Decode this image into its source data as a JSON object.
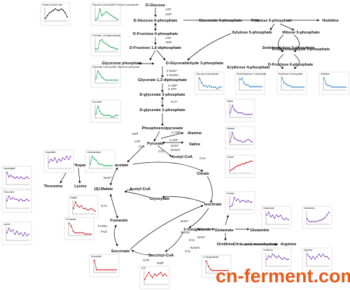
{
  "watermark": {
    "text": "cn-ferment.com"
  },
  "colors": {
    "black": "#111111",
    "green": "#1aaa55",
    "blue": "#1f7fcf",
    "purple": "#8a3fb8",
    "red": "#cc1a1a"
  },
  "nodes": [
    "D-Glucose",
    "D-Glucose 6-phosphate",
    "Gluconate 6-phosphate",
    "Ribulose 5-phosphate",
    "Histidine",
    "D-Fructose 6-phosphate",
    "Xylulose 5-phosphate",
    "Ribose 5-phosphate",
    "D-Fructose 1,6-diphosphate",
    "Sedoheptulose 7-phosphate",
    "D-Glyceraldehyde 3-phosphate",
    "Glycerone phosphate",
    "D-Glyceraldehyde 3-phosphate",
    "Erythrose 4-phosphate",
    "D-Fructose 6-phosphate",
    "Glycerate 1,3-diphosphate",
    "D-glycerate 3-phosphate",
    "D-glycerate 2-phosphate",
    "Phosphoenolpyruvate",
    "Alanine",
    "Pyruvate",
    "Valine",
    "Acetyl-CoA",
    "Oxaloacetate",
    "Aspartate",
    "Asparagine",
    "Citrate",
    "Threonine",
    "Lysine",
    "(S)-Malate",
    "Acetyl-CoA",
    "Glyoxylate",
    "Isocitrate",
    "Fumarate",
    "2-Oxoglutarate",
    "Glutamate",
    "Glutamine",
    "Proline",
    "Ornithine",
    "Citric acid monohydrate",
    "Arginine",
    "Succinate",
    "Succinyl-CoA"
  ],
  "cofactors": [
    "ATP",
    "ADP",
    "ATP",
    "ADP",
    "2 NAD⁺",
    "2 NADH",
    "2 ADP",
    "2 ATP",
    "H₂O",
    "ADP",
    "2 ADP",
    "ATP",
    "2 ATP",
    "CO₂",
    "NAD⁺",
    "NADH",
    "CO₂",
    "CoA",
    "NADH",
    "NAD⁺",
    "H₂O",
    "FADH₂",
    "FAD",
    "NAD⁺",
    "NADH",
    "CO₂",
    "NAD⁺",
    "NADH",
    "CO₂",
    "GTP",
    "GDP"
  ],
  "chart_data": [
    {
      "type": "line",
      "title": "Citrate product rate",
      "color": "black",
      "values": [
        2,
        4,
        6,
        7,
        8,
        9,
        8,
        8,
        9,
        8,
        6,
        3
      ]
    },
    {
      "type": "line",
      "title": "Glucose 6-phosphate Fructose 6-phosphate",
      "color": "green",
      "values": [
        1,
        2,
        9,
        4,
        5,
        7,
        6,
        5,
        4,
        3,
        2,
        1
      ]
    },
    {
      "type": "line",
      "title": "Fructose 1,6-bisphosphate",
      "color": "green",
      "values": [
        2,
        2,
        8,
        9,
        7,
        6,
        5,
        4,
        3,
        3,
        2,
        2
      ]
    },
    {
      "type": "line",
      "title": "Glycerate 3-phosphate Glycerone phosphate",
      "color": "green",
      "values": [
        3,
        8,
        6,
        4,
        3,
        2,
        2,
        2,
        2,
        2,
        2,
        2
      ]
    },
    {
      "type": "line",
      "title": "Pyruvate",
      "color": "green",
      "values": [
        3,
        9,
        5,
        3,
        2,
        2,
        2,
        2,
        1,
        1,
        2,
        2
      ]
    },
    {
      "type": "line",
      "title": "Glucose-6-phosphate",
      "color": "blue",
      "values": [
        8,
        5,
        3,
        3,
        2,
        3,
        2,
        2,
        2,
        1,
        2,
        2
      ]
    },
    {
      "type": "line",
      "title": "Sedoheptulose 7-phosphate",
      "color": "blue",
      "values": [
        6,
        7,
        4,
        3,
        3,
        2,
        2,
        2,
        2,
        2,
        2,
        2
      ]
    },
    {
      "type": "line",
      "title": "Erythrose 4-phosphate",
      "color": "blue",
      "values": [
        8,
        5,
        4,
        3,
        3,
        2,
        2,
        2,
        2,
        2,
        2,
        2
      ]
    },
    {
      "type": "line",
      "title": "Histidine",
      "color": "blue",
      "values": [
        8,
        4,
        3,
        3,
        2,
        2,
        2,
        2,
        2,
        2,
        2,
        2
      ]
    },
    {
      "type": "line",
      "title": "Valine",
      "color": "purple",
      "values": [
        3,
        8,
        5,
        4,
        3,
        3,
        3,
        2,
        2,
        2,
        2,
        2
      ]
    },
    {
      "type": "line",
      "title": "Alanine",
      "color": "purple",
      "values": [
        2,
        9,
        5,
        4,
        3,
        3,
        2,
        2,
        3,
        4,
        3,
        2
      ]
    },
    {
      "type": "line",
      "title": "Citrate",
      "color": "red",
      "values": [
        2,
        3,
        4,
        5,
        6,
        6,
        7,
        7,
        8,
        8,
        9,
        9
      ]
    },
    {
      "type": "line",
      "title": "Aspartate",
      "color": "purple",
      "values": [
        4,
        6,
        5,
        7,
        4,
        6,
        5,
        7,
        6,
        8,
        6,
        8
      ]
    },
    {
      "type": "line",
      "title": "Oxaloacetate",
      "color": "green",
      "values": [
        3,
        9,
        7,
        6,
        4,
        3,
        3,
        2,
        2,
        2,
        2,
        2
      ]
    },
    {
      "type": "line",
      "title": "Asparagine",
      "color": "purple",
      "values": [
        8,
        5,
        6,
        5,
        4,
        5,
        4,
        5,
        4,
        4,
        5,
        4
      ]
    },
    {
      "type": "line",
      "title": "Malate",
      "color": "red",
      "values": [
        4,
        9,
        6,
        5,
        6,
        4,
        4,
        3,
        3,
        4,
        3,
        2
      ]
    },
    {
      "type": "line",
      "title": "Threonine",
      "color": "purple",
      "values": [
        5,
        8,
        6,
        7,
        6,
        6,
        5,
        6,
        5,
        5,
        6,
        5
      ]
    },
    {
      "type": "line",
      "title": "Lysine",
      "color": "purple",
      "values": [
        5,
        8,
        6,
        7,
        4,
        6,
        4,
        5,
        3,
        5,
        3,
        4
      ]
    },
    {
      "type": "line",
      "title": "Fumarate",
      "color": "red",
      "values": [
        9,
        7,
        3,
        2,
        2,
        2,
        2,
        2,
        1,
        1,
        1,
        1
      ]
    },
    {
      "type": "line",
      "title": "Proline",
      "color": "purple",
      "values": [
        2,
        3,
        8,
        6,
        7,
        5,
        6,
        6,
        5,
        6,
        5,
        5
      ]
    },
    {
      "type": "line",
      "title": "Glutamate",
      "color": "purple",
      "values": [
        6,
        8,
        5,
        6,
        4,
        6,
        5,
        6,
        4,
        3,
        4,
        3
      ]
    },
    {
      "type": "line",
      "title": "Glutamine",
      "color": "purple",
      "values": [
        4,
        2,
        2,
        2,
        2,
        2,
        3,
        3,
        4,
        5,
        7,
        9
      ]
    },
    {
      "type": "line",
      "title": "Succinate",
      "color": "red",
      "values": [
        9,
        2,
        2,
        2,
        2,
        2,
        2,
        2,
        2,
        2,
        2,
        2
      ]
    },
    {
      "type": "line",
      "title": "ATP",
      "color": "red",
      "values": [
        3,
        5,
        7,
        5,
        4,
        6,
        5,
        6,
        7,
        5,
        6,
        5
      ]
    },
    {
      "type": "line",
      "title": "2-Oxoglutarate",
      "color": "red",
      "values": [
        9,
        5,
        3,
        2,
        2,
        2,
        2,
        2,
        2,
        2,
        2,
        2
      ]
    },
    {
      "type": "line",
      "title": "Ornithine",
      "color": "purple",
      "values": [
        4,
        6,
        5,
        7,
        6,
        5,
        6,
        5,
        4,
        5,
        4,
        4
      ]
    },
    {
      "type": "line",
      "title": "Arginine",
      "color": "purple",
      "values": [
        5,
        4,
        3,
        4,
        3,
        4,
        5,
        4,
        5,
        4,
        4,
        3
      ]
    }
  ]
}
